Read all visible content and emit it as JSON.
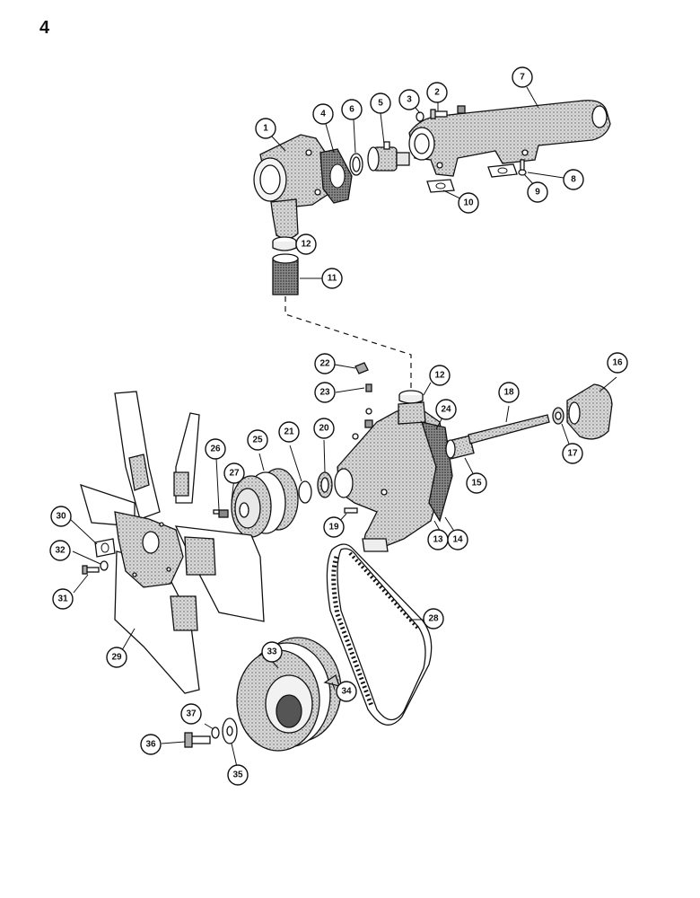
{
  "page": {
    "number": "4"
  },
  "callouts": [
    {
      "label": "1"
    },
    {
      "label": "2"
    },
    {
      "label": "3"
    },
    {
      "label": "4"
    },
    {
      "label": "5"
    },
    {
      "label": "6"
    },
    {
      "label": "7"
    },
    {
      "label": "8"
    },
    {
      "label": "9"
    },
    {
      "label": "10"
    },
    {
      "label": "11"
    },
    {
      "label": "12"
    },
    {
      "label": "12"
    },
    {
      "label": "13"
    },
    {
      "label": "14"
    },
    {
      "label": "15"
    },
    {
      "label": "16"
    },
    {
      "label": "17"
    },
    {
      "label": "18"
    },
    {
      "label": "19"
    },
    {
      "label": "20"
    },
    {
      "label": "21"
    },
    {
      "label": "22"
    },
    {
      "label": "23"
    },
    {
      "label": "24"
    },
    {
      "label": "25"
    },
    {
      "label": "26"
    },
    {
      "label": "27"
    },
    {
      "label": "28"
    },
    {
      "label": "29"
    },
    {
      "label": "30"
    },
    {
      "label": "31"
    },
    {
      "label": "32"
    },
    {
      "label": "33"
    },
    {
      "label": "34"
    },
    {
      "label": "35"
    },
    {
      "label": "36"
    },
    {
      "label": "37"
    }
  ]
}
